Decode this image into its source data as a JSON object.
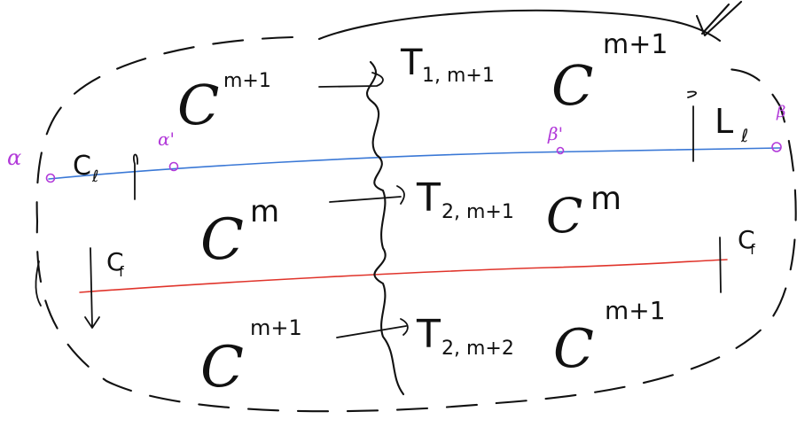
{
  "diagram": {
    "regions": {
      "top_left": {
        "base": "C",
        "exp": "m+1"
      },
      "top_right": {
        "base": "C",
        "exp": "m+1"
      },
      "mid_left": {
        "base": "C",
        "exp": "m"
      },
      "mid_right": {
        "base": "C",
        "exp": "m"
      },
      "bot_left": {
        "base": "C",
        "exp": "m+1"
      },
      "bot_right": {
        "base": "C",
        "exp": "m+1"
      }
    },
    "maps": {
      "top": {
        "base": "T",
        "sub": "1, m+1"
      },
      "mid": {
        "base": "T",
        "sub": "2, m+1"
      },
      "bot": {
        "base": "T",
        "sub": "2, m+2"
      }
    },
    "blue_line": {
      "left_label": {
        "base": "C",
        "sub": "ℓ"
      },
      "right_label": {
        "base": "L",
        "sub": "ℓ"
      }
    },
    "red_line": {
      "left_label": {
        "base": "C",
        "sub": "f"
      },
      "right_label": {
        "base": "C",
        "sub": "f"
      }
    },
    "points": {
      "alpha": "α",
      "alpha_prime": "α'",
      "beta_prime": "β'",
      "beta": "β"
    },
    "colors": {
      "ink": "#111111",
      "blue": "#3a78d6",
      "red": "#e0342b",
      "purple": "#b23ad9"
    }
  }
}
